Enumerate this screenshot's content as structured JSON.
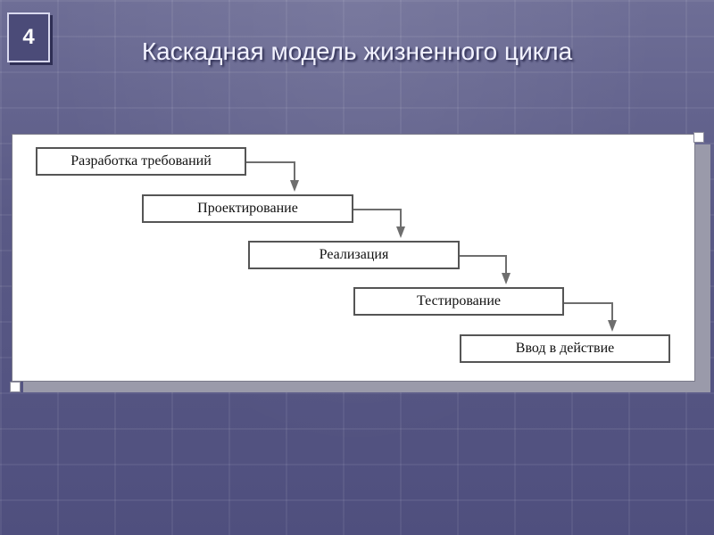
{
  "slide": {
    "number": "4",
    "title": "Каскадная модель жизненного цикла"
  },
  "diagram": {
    "stages": [
      {
        "label": "Разработка требований"
      },
      {
        "label": "Проектирование"
      },
      {
        "label": "Реализация"
      },
      {
        "label": "Тестирование"
      },
      {
        "label": "Ввод в действие"
      }
    ]
  },
  "colors": {
    "background": "#5a5a86",
    "panel": "#ffffff",
    "box_border": "#555555",
    "arrow": "#6e6e6e"
  }
}
